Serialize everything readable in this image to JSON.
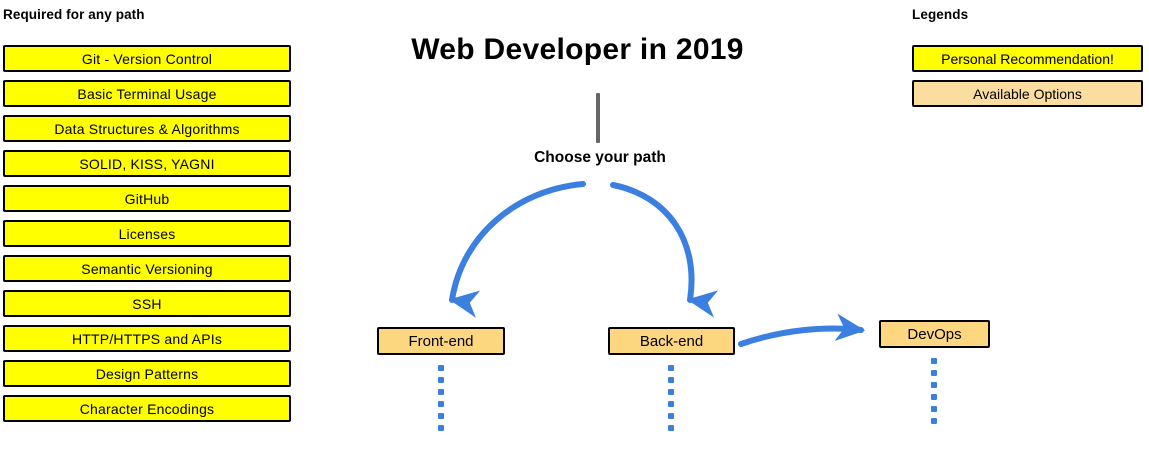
{
  "title": "Web Developer in 2019",
  "colors": {
    "recommend_fill": "#ffff00",
    "option_fill": "#fcd77f",
    "arrow_blue": "#3b7fe0",
    "trunk_gray": "#666666",
    "outline": "#000000"
  },
  "required": {
    "heading": "Required for any path",
    "items": [
      {
        "label": "Git - Version Control"
      },
      {
        "label": "Basic Terminal Usage"
      },
      {
        "label": "Data Structures & Algorithms"
      },
      {
        "label": "SOLID, KISS, YAGNI"
      },
      {
        "label": "GitHub"
      },
      {
        "label": "Licenses"
      },
      {
        "label": "Semantic Versioning"
      },
      {
        "label": "SSH"
      },
      {
        "label": "HTTP/HTTPS and APIs"
      },
      {
        "label": "Design Patterns"
      },
      {
        "label": "Character Encodings"
      }
    ]
  },
  "center": {
    "choose_path_label": "Choose your path",
    "paths": [
      {
        "id": "frontend",
        "label": "Front-end"
      },
      {
        "id": "backend",
        "label": "Back-end"
      },
      {
        "id": "devops",
        "label": "DevOps"
      }
    ]
  },
  "legends": {
    "heading": "Legends",
    "items": [
      {
        "label": "Personal Recommendation!",
        "tone": "recommend"
      },
      {
        "label": "Available Options",
        "tone": "available"
      }
    ]
  }
}
